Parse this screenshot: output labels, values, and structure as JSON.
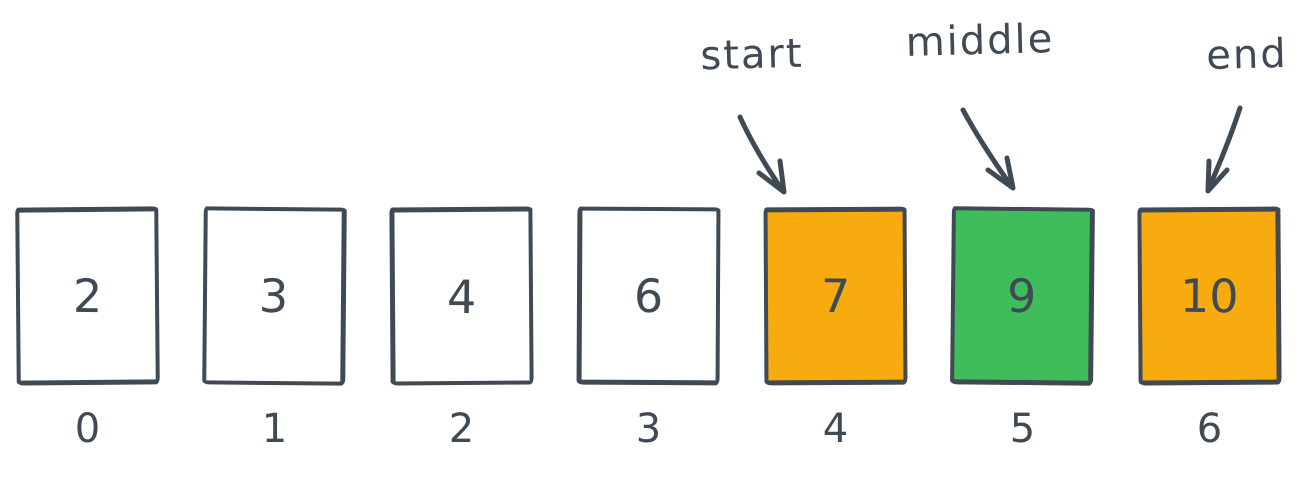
{
  "diagram": {
    "description": "binary-search array diagram",
    "colors": {
      "stroke": "#404a54",
      "white": "#ffffff",
      "orange": "#f8ab0e",
      "green": "#3fbd5b"
    },
    "cells": [
      {
        "value": "2",
        "index": "0",
        "fill": "white"
      },
      {
        "value": "3",
        "index": "1",
        "fill": "white"
      },
      {
        "value": "4",
        "index": "2",
        "fill": "white"
      },
      {
        "value": "6",
        "index": "3",
        "fill": "white"
      },
      {
        "value": "7",
        "index": "4",
        "fill": "orange"
      },
      {
        "value": "9",
        "index": "5",
        "fill": "green"
      },
      {
        "value": "10",
        "index": "6",
        "fill": "orange"
      }
    ],
    "pointers": [
      {
        "label": "start",
        "target_index": 4
      },
      {
        "label": "middle",
        "target_index": 5
      },
      {
        "label": "end",
        "target_index": 6
      }
    ]
  }
}
